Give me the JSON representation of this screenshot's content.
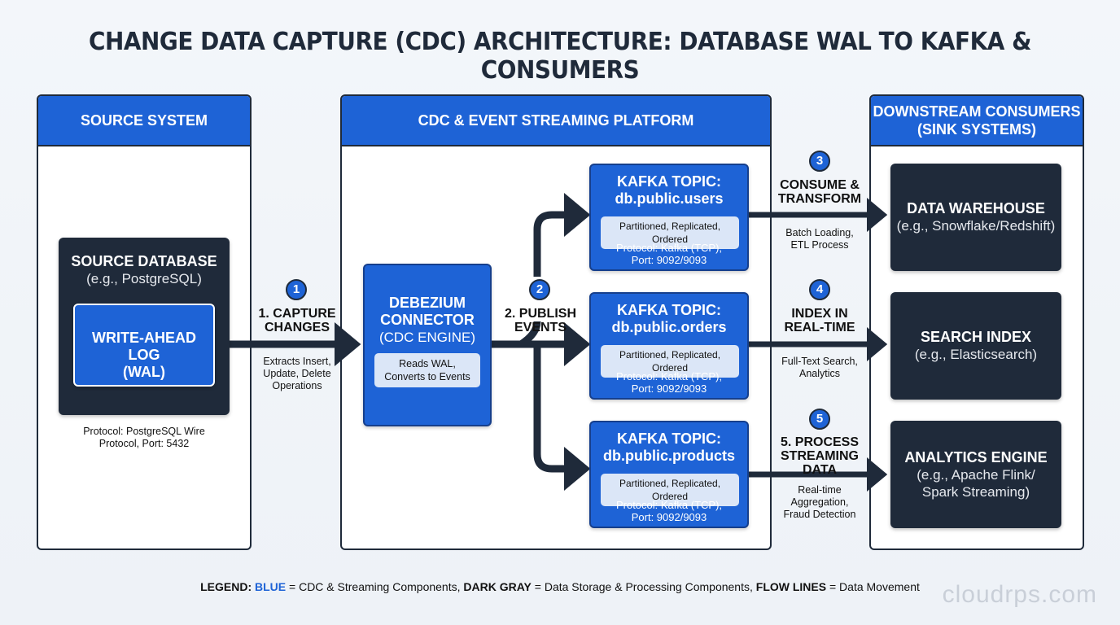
{
  "title": "CHANGE DATA CAPTURE (CDC) ARCHITECTURE: DATABASE WAL TO KAFKA & CONSUMERS",
  "panels": {
    "source": "SOURCE SYSTEM",
    "platform": "CDC & EVENT STREAMING PLATFORM",
    "consumers_line1": "DOWNSTREAM CONSUMERS",
    "consumers_line2": "(SINK SYSTEMS)"
  },
  "source_db": {
    "title": "SOURCE DATABASE",
    "subtitle": "(e.g., PostgreSQL)",
    "wal_line1": "WRITE-AHEAD LOG",
    "wal_line2": "(WAL)",
    "protocol_line1": "Protocol: PostgreSQL Wire",
    "protocol_line2": "Protocol, Port: 5432"
  },
  "connector": {
    "line1": "DEBEZIUM",
    "line2": "CONNECTOR",
    "line3": "(CDC ENGINE)",
    "detail_line1": "Reads WAL,",
    "detail_line2": "Converts to Events"
  },
  "topics": [
    {
      "label": "KAFKA TOPIC:",
      "name": "db.public.users",
      "pill": "Partitioned, Replicated, Ordered",
      "protocol_line1": "Protocol: Kafka (TCP),",
      "protocol_line2": "Port: 9092/9093"
    },
    {
      "label": "KAFKA TOPIC:",
      "name": "db.public.orders",
      "pill": "Partitioned, Replicated, Ordered",
      "protocol_line1": "Protocol: Kafka (TCP),",
      "protocol_line2": "Port: 9092/9093"
    },
    {
      "label": "KAFKA TOPIC:",
      "name": "db.public.products",
      "pill": "Partitioned, Replicated, Ordered",
      "protocol_line1": "Protocol: Kafka (TCP),",
      "protocol_line2": "Port: 9092/9093"
    }
  ],
  "sinks": [
    {
      "title": "DATA WAREHOUSE",
      "subtitle": "(e.g., Snowflake/Redshift)"
    },
    {
      "title": "SEARCH INDEX",
      "subtitle": "(e.g., Elasticsearch)"
    },
    {
      "title": "ANALYTICS ENGINE",
      "subtitle_line1": "(e.g., Apache Flink/",
      "subtitle_line2": "Spark Streaming)"
    }
  ],
  "steps": [
    {
      "num": "1",
      "line1": "1. CAPTURE",
      "line2": "CHANGES",
      "desc_line1": "Extracts Insert,",
      "desc_line2": "Update, Delete",
      "desc_line3": "Operations"
    },
    {
      "num": "2",
      "line1": "2. PUBLISH",
      "line2": "EVENTS"
    },
    {
      "num": "3",
      "line1": "CONSUME &",
      "line2": "TRANSFORM",
      "desc_line1": "Batch Loading,",
      "desc_line2": "ETL Process"
    },
    {
      "num": "4",
      "line1": "INDEX IN",
      "line2": "REAL-TIME",
      "desc_line1": "Full-Text Search,",
      "desc_line2": "Analytics"
    },
    {
      "num": "5",
      "line1": "5. PROCESS",
      "line2": "STREAMING DATA",
      "desc_line1": "Real-time",
      "desc_line2": "Aggregation,",
      "desc_line3": "Fraud Detection"
    }
  ],
  "legend": {
    "label": "LEGEND:",
    "blue_word": "BLUE",
    "blue_desc": " = CDC & Streaming Components, ",
    "gray_word": "DARK GRAY",
    "gray_desc": " = Data Storage & Processing Components, ",
    "flow_word": "FLOW LINES",
    "flow_desc": " = Data Movement"
  },
  "watermark": "cloudrps.com",
  "colors": {
    "blue": "#1e63d6",
    "dark": "#1f2a3a",
    "pill": "#dbe6f7"
  }
}
